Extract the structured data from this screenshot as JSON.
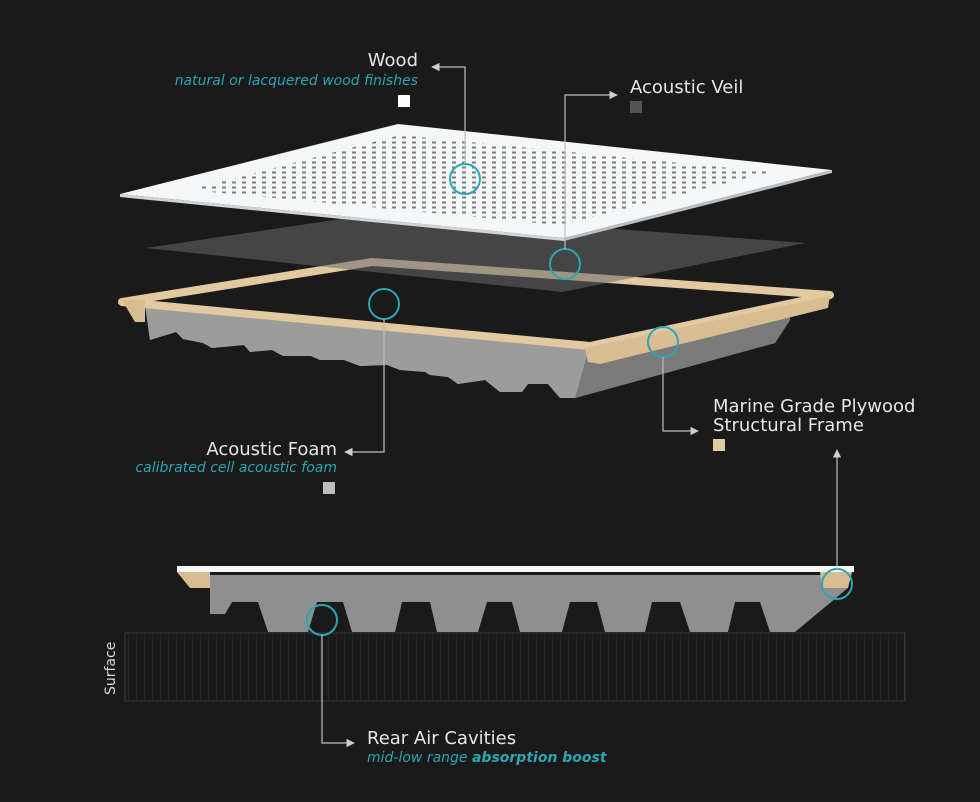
{
  "labels": {
    "wood": {
      "title": "Wood",
      "subtitle": "natural or lacquered wood finishes",
      "swatch": "#ffffff"
    },
    "veil": {
      "title": "Acoustic Veil",
      "swatch": "#555555"
    },
    "frame": {
      "title_line1": "Marine Grade Plywood",
      "title_line2": "Structural Frame",
      "swatch": "#e2c9a0"
    },
    "foam": {
      "title": "Acoustic Foam",
      "subtitle": "calibrated cell acoustic foam",
      "swatch": "#bdbdbd"
    },
    "cavities": {
      "title": "Rear Air Cavities",
      "subtitle_prefix": "mid-low range ",
      "subtitle_strong": "absorption boost"
    },
    "surface": "Surface"
  },
  "colors": {
    "background": "#1a1a1a",
    "accent": "#2aa6b5",
    "text": "#e6e6e6",
    "foam": "#8c8c8c",
    "frame": "#e2c9a0",
    "panel": "#f4f6f7"
  }
}
